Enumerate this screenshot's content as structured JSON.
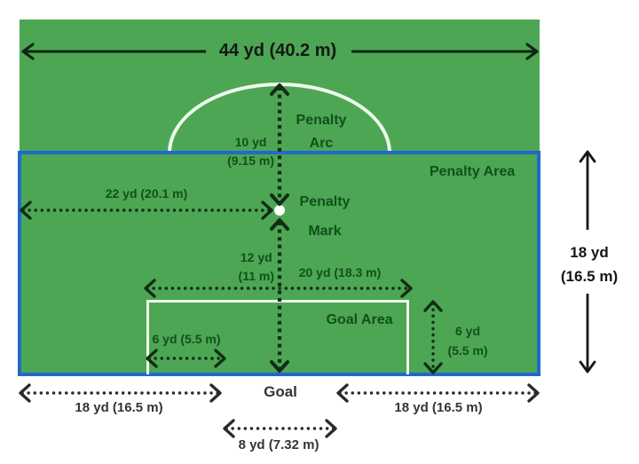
{
  "field": {
    "penalty_area_label": "Penalty Area",
    "penalty_arc": {
      "line1": "Penalty",
      "line2": "Arc"
    },
    "penalty_mark": {
      "line1": "Penalty",
      "line2": "Mark"
    },
    "goal_area_label": "Goal Area",
    "goal_label": "Goal"
  },
  "dimensions": {
    "penalty_area_width": "44 yd (40.2 m)",
    "arc_radius": {
      "line1": "10 yd",
      "line2": "(9.15 m)"
    },
    "mark_to_touchline": "22 yd (20.1 m)",
    "mark_to_goal_line": {
      "line1": "12 yd",
      "line2": "(11 m)"
    },
    "goal_area_width": "20 yd (18.3 m)",
    "goal_area_side": "6 yd (5.5 m)",
    "goal_area_depth": {
      "line1": "6 yd",
      "line2": "(5.5 m)"
    },
    "penalty_area_depth": {
      "line1": "18 yd",
      "line2": "(16.5 m)"
    },
    "goal_line_left": "18 yd (16.5 m)",
    "goal_line_right": "18 yd (16.5 m)",
    "goal_width": "8 yd (7.32 m)"
  },
  "colors": {
    "field_green": "#4ca653",
    "penalty_box_blue": "#2168cd",
    "line_white": "#eefbea",
    "label_green": "#10511b",
    "arrow_dark": "#132c15",
    "outside_text": "#343434"
  }
}
